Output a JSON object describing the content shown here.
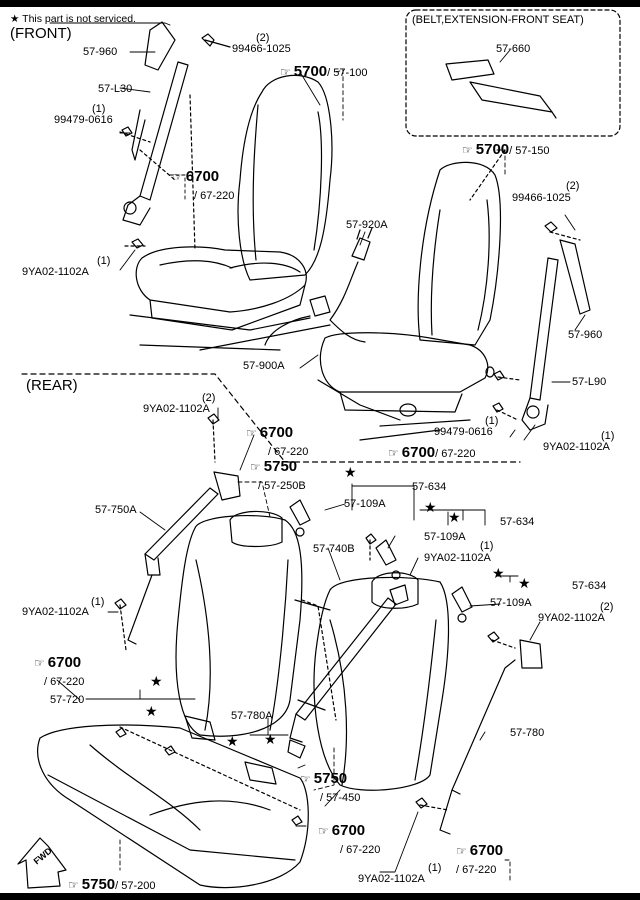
{
  "note": {
    "star": "★",
    "text": "This part is not serviced."
  },
  "sections": {
    "front": "(FRONT)",
    "rear": "(REAR)",
    "ext": "(BELT,EXTENSION-FRONT SEAT)"
  },
  "fwd": "FWD",
  "labels": {
    "p57_960a": "57-960",
    "p99466a_qty": "(2)",
    "p99466a": "99466-1025",
    "p57_l30": "57-L30",
    "p99479a_qty": "(1)",
    "p99479a": "99479-0616",
    "p9ya02a_qty": "(1)",
    "p9ya02a": "9YA02-1102A",
    "p57_660": "57-660",
    "p99466b_qty": "(2)",
    "p99466b": "99466-1025",
    "p57_920a": "57-920A",
    "p57_960b": "57-960",
    "p57_900a": "57-900A",
    "p57_l90": "57-L90",
    "p99479b_qty": "(1)",
    "p99479b": "99479-0616",
    "p9ya02b_qty": "(1)",
    "p9ya02b": "9YA02-1102A",
    "p9ya02c_qty": "(2)",
    "p9ya02c": "9YA02-1102A",
    "p57_750a": "57-750A",
    "p9ya02d_qty": "(1)",
    "p9ya02d": "9YA02-1102A",
    "p57_634a": "57-634",
    "p57_109a_a": "57-109A",
    "p57_634b": "57-634",
    "p57_109a_b": "57-109A",
    "p57_740b": "57-740B",
    "p9ya02e_qty": "(1)",
    "p9ya02e": "9YA02-1102A",
    "p57_634c": "57-634",
    "p57_109a_c": "57-109A",
    "p9ya02f_qty": "(2)",
    "p9ya02f": "9YA02-1102A",
    "p57_720": "57-720",
    "p57_780a": "57-780A",
    "p57_780": "57-780",
    "p9ya02g_qty": "(1)",
    "p9ya02g": "9YA02-1102A"
  },
  "refs": {
    "r5700a": {
      "big": "5700",
      "sub": "/ 57-100"
    },
    "r6700a": {
      "big": "6700",
      "sub": "/ 67-220"
    },
    "r5700b": {
      "big": "5700",
      "sub": "/ 57-150"
    },
    "r6700b": {
      "big": "6700",
      "sub": "/ 67-220"
    },
    "r6700c": {
      "big": "6700",
      "sub": "/ 67-220"
    },
    "r5750a": {
      "big": "5750",
      "sub": "/ 57-250B"
    },
    "r6700d": {
      "big": "6700",
      "sub": "/ 67-220"
    },
    "r5750b": {
      "big": "5750",
      "sub": "/ 57-450"
    },
    "r6700e": {
      "big": "6700",
      "sub": "/ 67-220"
    },
    "r6700f": {
      "big": "6700",
      "sub": "/ 67-220"
    },
    "r5750c": {
      "big": "5750",
      "sub": "/ 57-200"
    }
  }
}
